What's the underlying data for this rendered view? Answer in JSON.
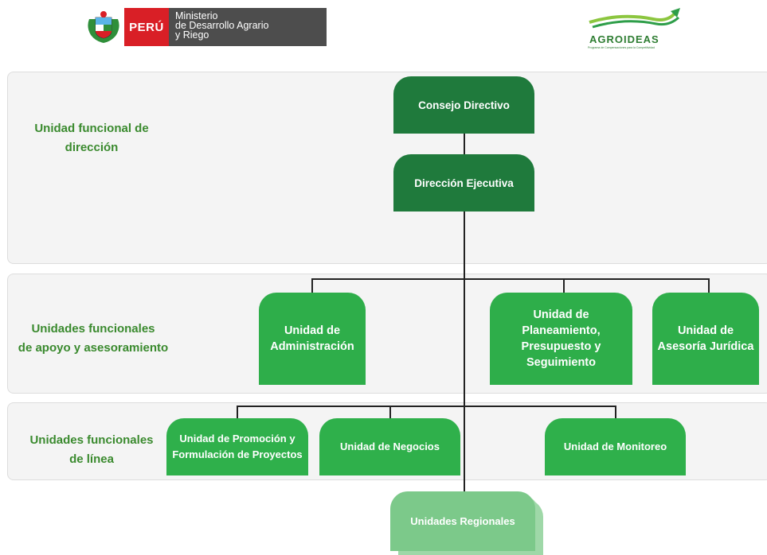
{
  "header": {
    "left_logo": {
      "country": "PERÚ",
      "ministry_lines": [
        "Ministerio",
        "de Desarrollo Agrario",
        "y Riego"
      ]
    },
    "right_logo": {
      "name": "AGROIDEAS",
      "tagline": "Programa de Compensaciones para la Competitividad"
    }
  },
  "bands": {
    "direction": "Unidad funcional de\ndirección",
    "support": "Unidades funcionales\nde apoyo y asesoramiento",
    "line": "Unidades funcionales\nde línea"
  },
  "nodes": {
    "consejo": "Consejo Directivo",
    "direccion": "Dirección Ejecutiva",
    "administracion": "Unidad de\nAdministración",
    "planeamiento": "Unidad de\nPlaneamiento,\nPresupuesto y\nSeguimiento",
    "juridica": "Unidad de\nAsesoría Jurídica",
    "promocion": "Unidad de Promoción y\nFormulación de Proyectos",
    "negocios": "Unidad de Negocios",
    "monitoreo": "Unidad de Monitoreo",
    "regionales": "Unidades Regionales"
  },
  "colors": {
    "dark_green": "#1f7a3c",
    "medium_green": "#2eae4a",
    "light_green": "#7cc98a",
    "label_green": "#3a8a2e",
    "peru_red": "#d91f26"
  }
}
